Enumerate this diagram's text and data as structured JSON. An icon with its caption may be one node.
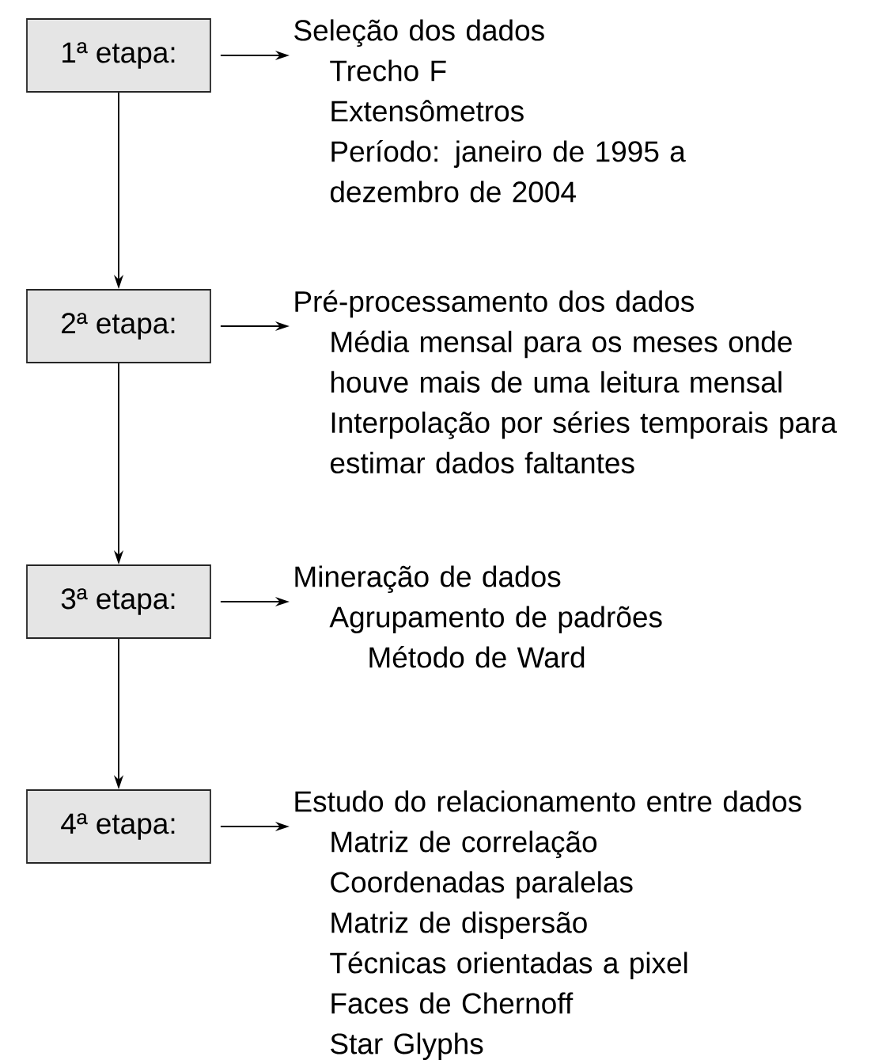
{
  "diagram": {
    "nodes": [
      {
        "text": [
          "1ª etapa:"
        ]
      },
      {
        "text": [
          "Seleção dos dados",
          "Trecho F",
          "Extensômetros",
          "Período: janeiro de 1995 a dezembro de 2004"
        ]
      },
      {
        "text": [
          "2ª etapa:"
        ]
      },
      {
        "text": [
          "Pré-processamento dos dados",
          "Média mensal para os meses onde houve mais de uma leitura mensal",
          "Interpolação por séries temporais para estimar dados faltantes"
        ]
      },
      {
        "text": [
          "3ª etapa:"
        ]
      },
      {
        "text": [
          "Mineração de dados",
          "Agrupamento de padrões",
          "Método de Ward"
        ]
      },
      {
        "text": [
          "4ª etapa:"
        ]
      },
      {
        "text": [
          "Estudo do relacionamento entre dados",
          "Matriz de correlação",
          "Coordenadas paralelas",
          "Matriz de dispersão",
          "Técnicas orientadas a pixel",
          "Faces de Chernoff",
          "Star Glyphs"
        ]
      }
    ],
    "edges": [
      {
        "from": 0,
        "to": 1,
        "arrow": "to"
      },
      {
        "from": 0,
        "to": 2,
        "arrow": "to"
      },
      {
        "from": 2,
        "to": 3,
        "arrow": "to"
      },
      {
        "from": 2,
        "to": 4,
        "arrow": "to"
      },
      {
        "from": 4,
        "to": 5,
        "arrow": "to"
      },
      {
        "from": 4,
        "to": 6,
        "arrow": "to"
      },
      {
        "from": 6,
        "to": 7,
        "arrow": "to"
      }
    ]
  }
}
